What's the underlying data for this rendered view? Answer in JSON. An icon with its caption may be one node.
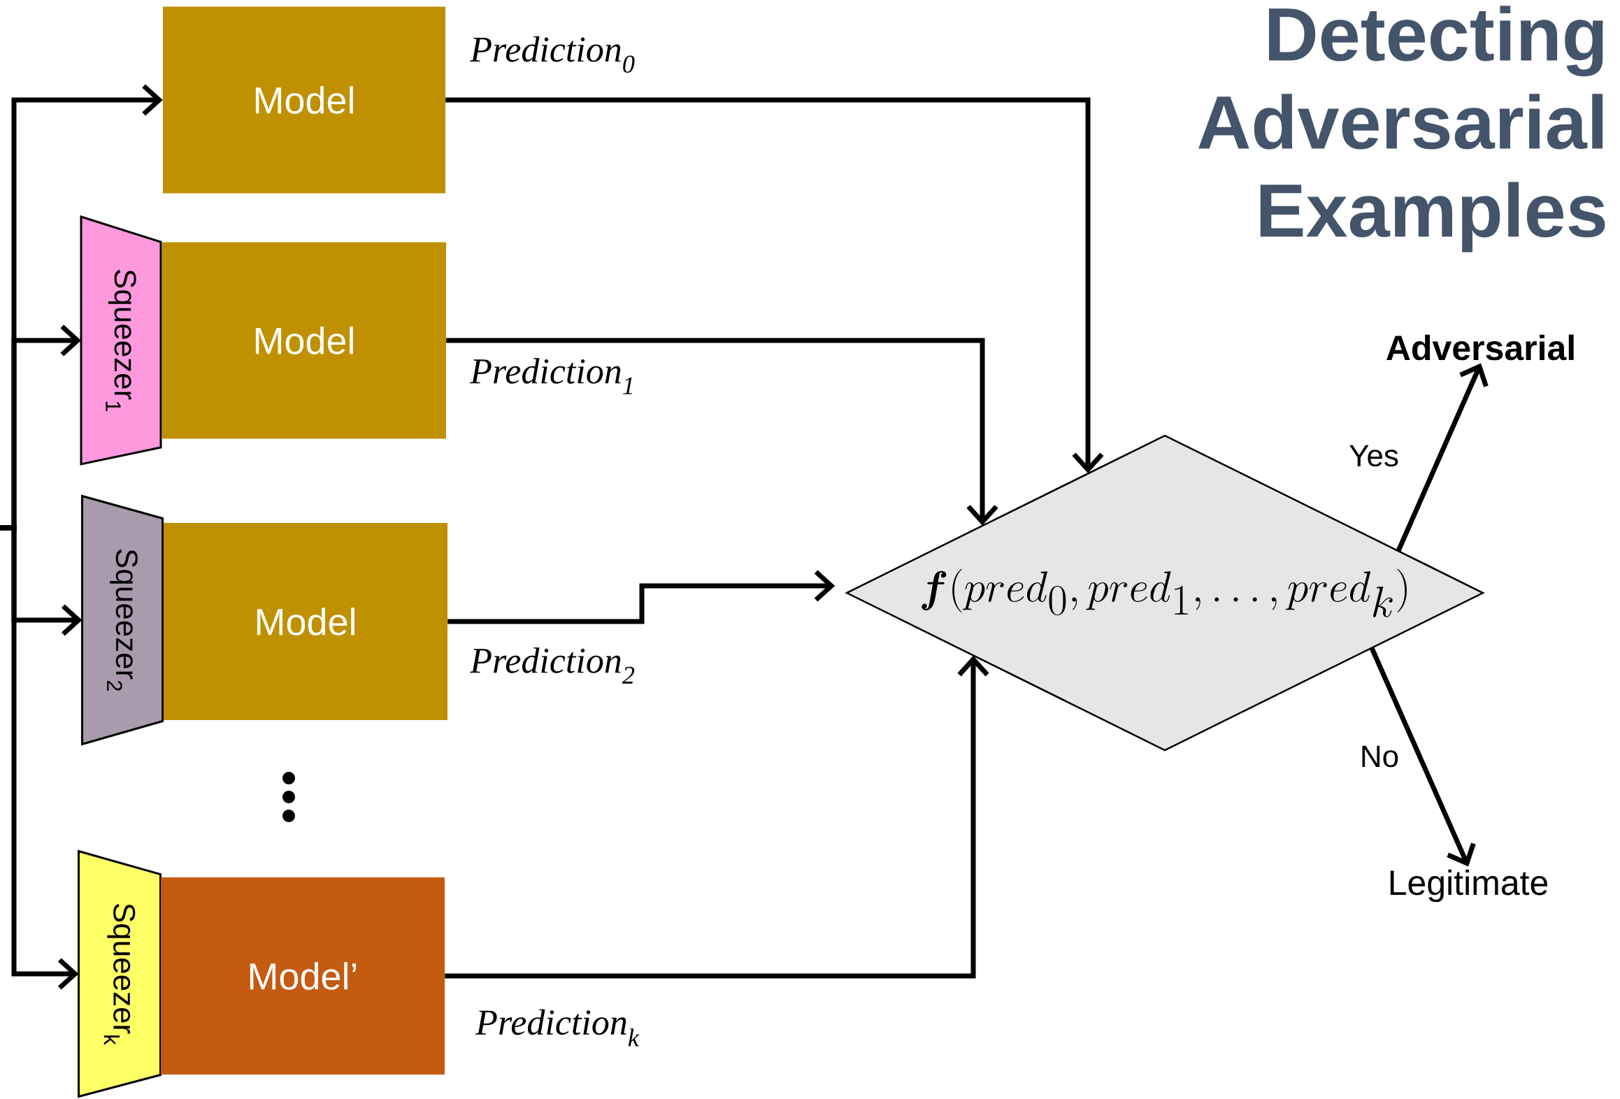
{
  "diagram": {
    "title": "Detecting Adversarial Examples",
    "nodes": [
      {
        "text": [
          "Model"
        ],
        "beside": [
          "Prediction$_{0}$"
        ]
      },
      {
        "text": [
          "Squeezer$_{1}$"
        ]
      },
      {
        "text": [
          "Model"
        ],
        "beside": [
          "Prediction$_{1}$"
        ]
      },
      {
        "text": [
          "Squeezer$_{2}$"
        ]
      },
      {
        "text": [
          "Model"
        ],
        "beside": [
          "Prediction$_{2}$"
        ]
      },
      {
        "text": [
          "Squeezer$_{k}$"
        ]
      },
      {
        "text": [
          "Model’"
        ],
        "beside": [
          "Prediction$_{k}$"
        ]
      },
      {
        "text": [
          "\\boldsymbol{f}(pred_0, pred_1, \\ldots, pred_k)"
        ]
      },
      {
        "text": [
          "Adversarial"
        ]
      },
      {
        "text": [
          "Legitimate"
        ]
      }
    ],
    "edges": [
      {
        "from": null,
        "to": 0,
        "arrow": "to"
      },
      {
        "from": null,
        "to": 1,
        "arrow": "to"
      },
      {
        "from": null,
        "to": 3,
        "arrow": "to"
      },
      {
        "from": null,
        "to": 5,
        "arrow": "to"
      },
      {
        "from": 0,
        "to": 7,
        "arrow": "to"
      },
      {
        "from": 2,
        "to": 7,
        "arrow": "to"
      },
      {
        "from": 4,
        "to": 7,
        "arrow": "to"
      },
      {
        "from": 6,
        "to": 7,
        "arrow": "to"
      },
      {
        "from": 7,
        "to": 8,
        "arrow": "to",
        "label": "Yes"
      },
      {
        "from": 7,
        "to": 9,
        "arrow": "to",
        "label": "No"
      }
    ]
  }
}
